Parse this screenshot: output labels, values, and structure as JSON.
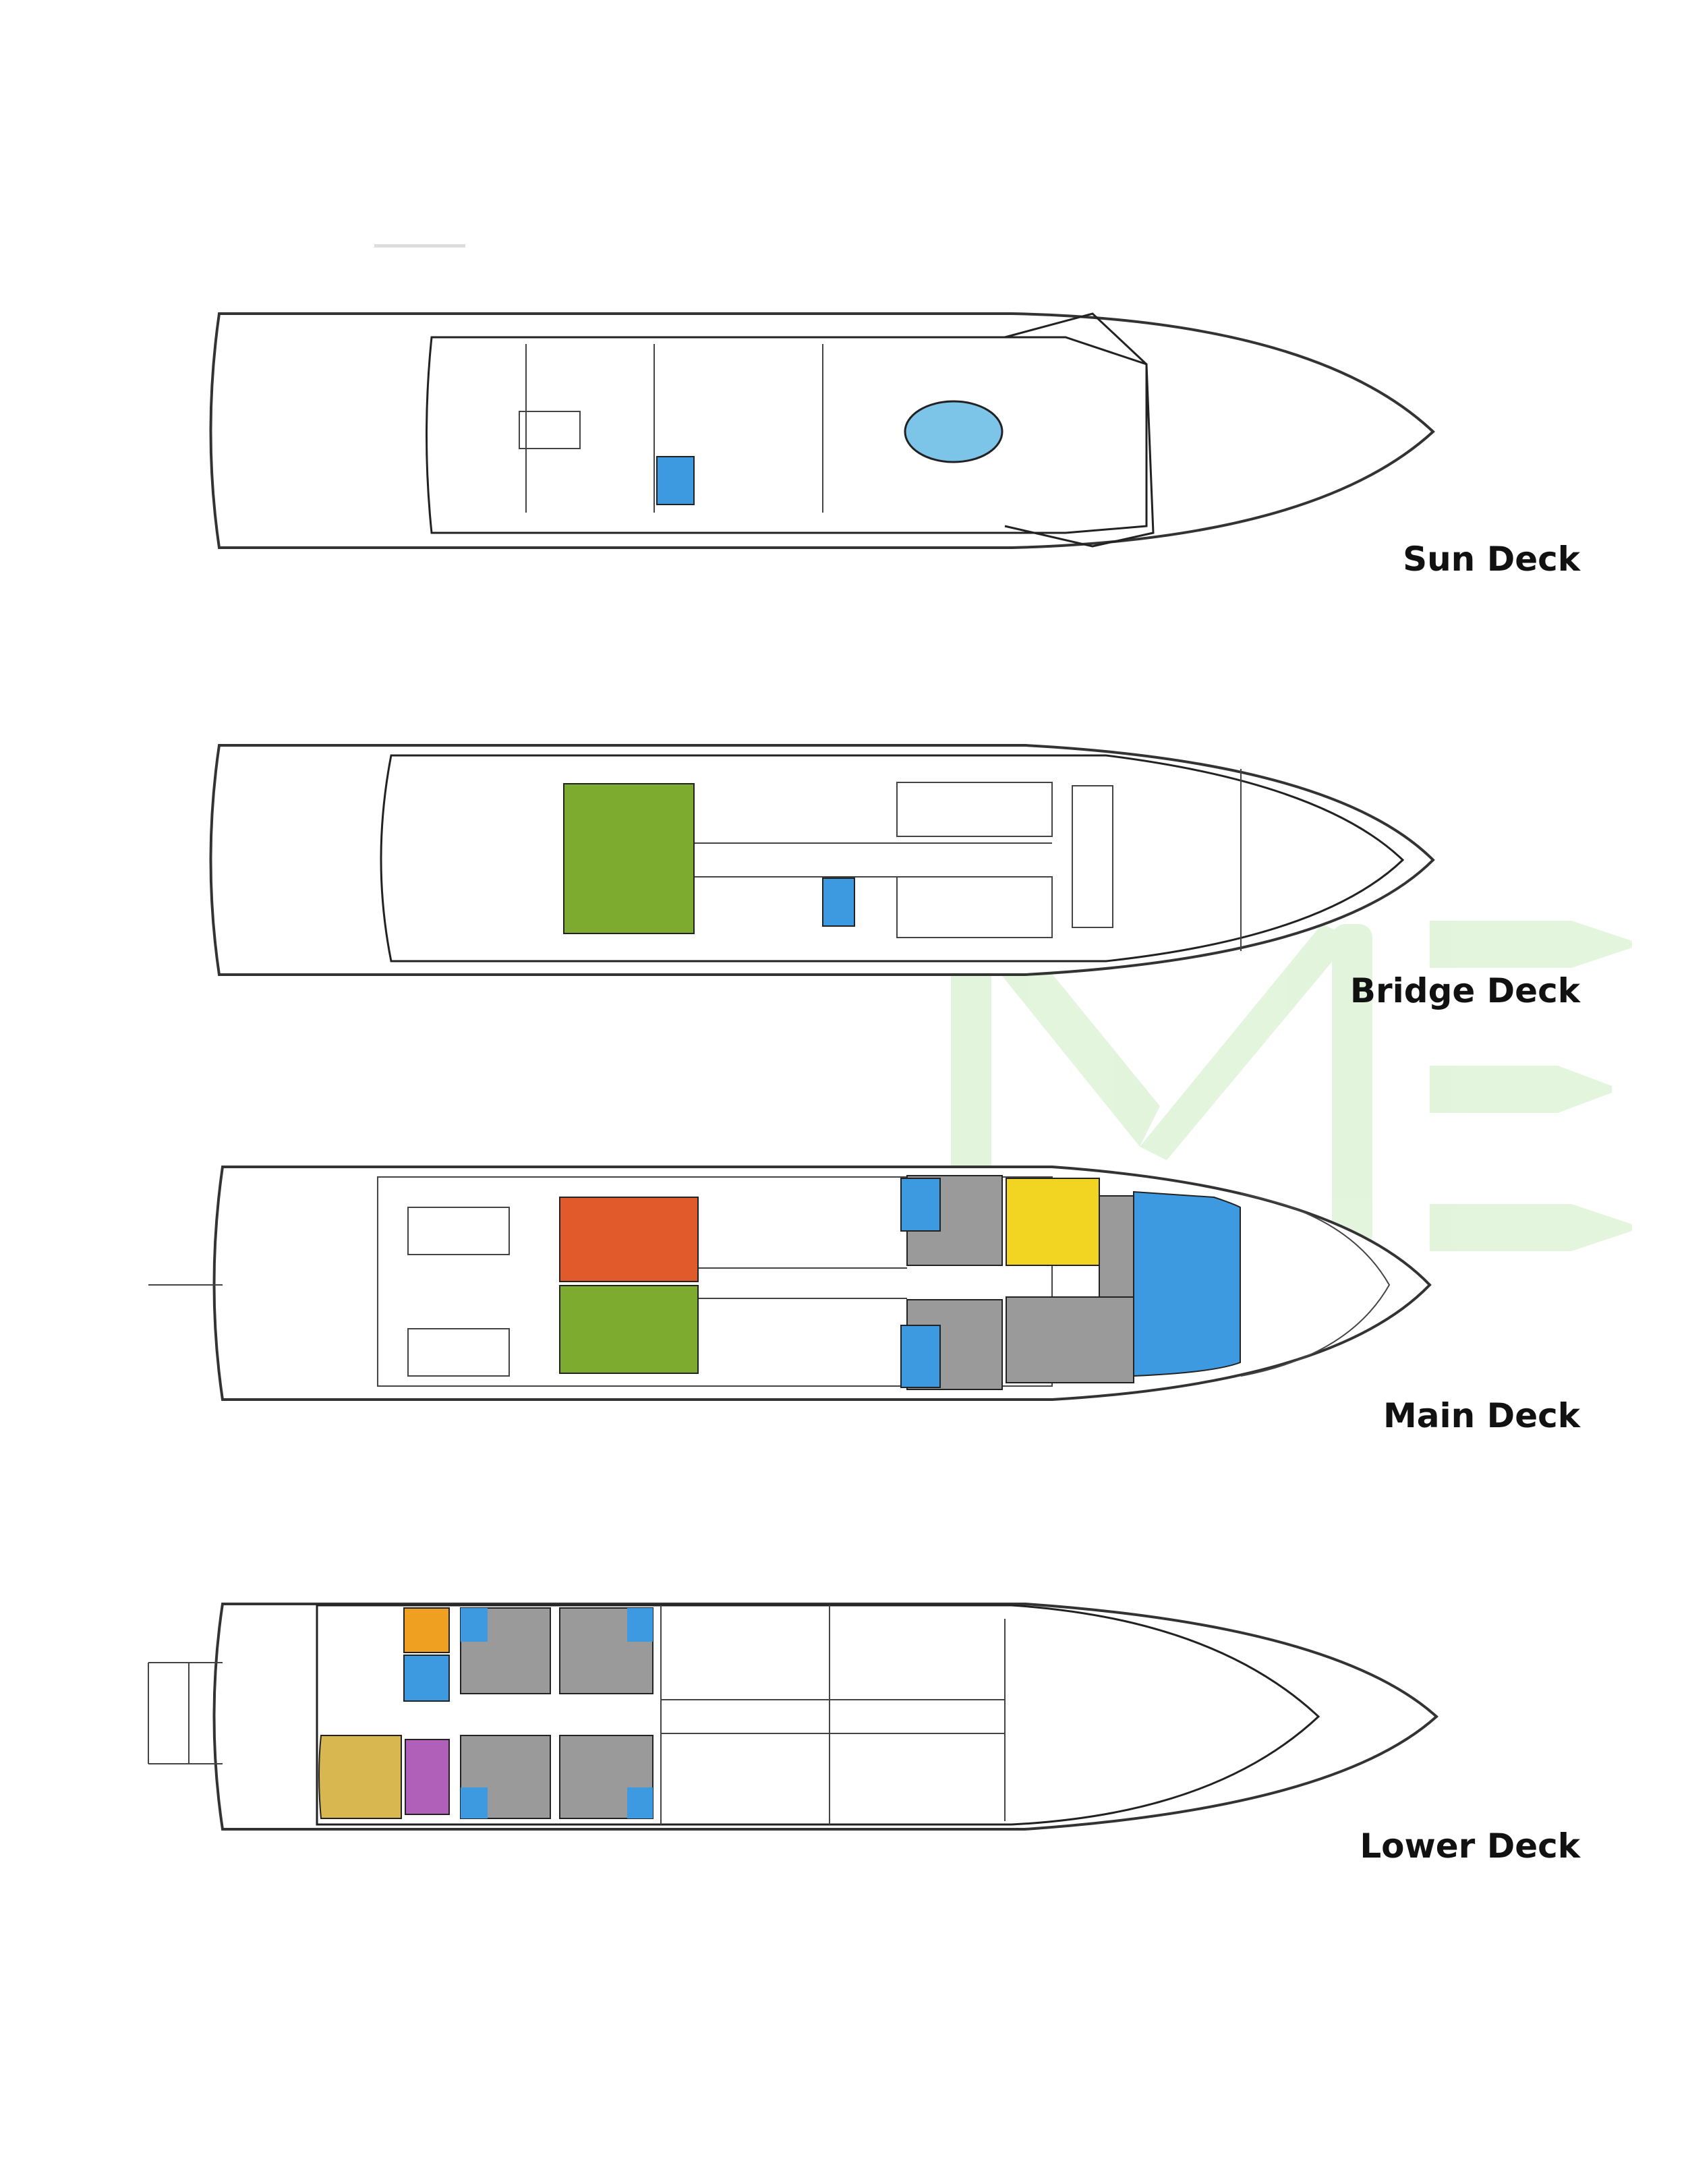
{
  "decks": [
    {
      "name": "Sun Deck"
    },
    {
      "name": "Bridge Deck"
    },
    {
      "name": "Main Deck"
    },
    {
      "name": "Lower Deck"
    }
  ],
  "watermark": {
    "text": "ME",
    "color": "#dff3d8"
  },
  "colors": {
    "pool": "#7cc4e8",
    "blue": "#3d9ae0",
    "green": "#7dab2f",
    "orange_red": "#e05a2b",
    "yellow": "#f2d522",
    "gray": "#9a9a9a",
    "orange": "#f0a020",
    "tan": "#d8b650",
    "purple": "#b060b8"
  }
}
